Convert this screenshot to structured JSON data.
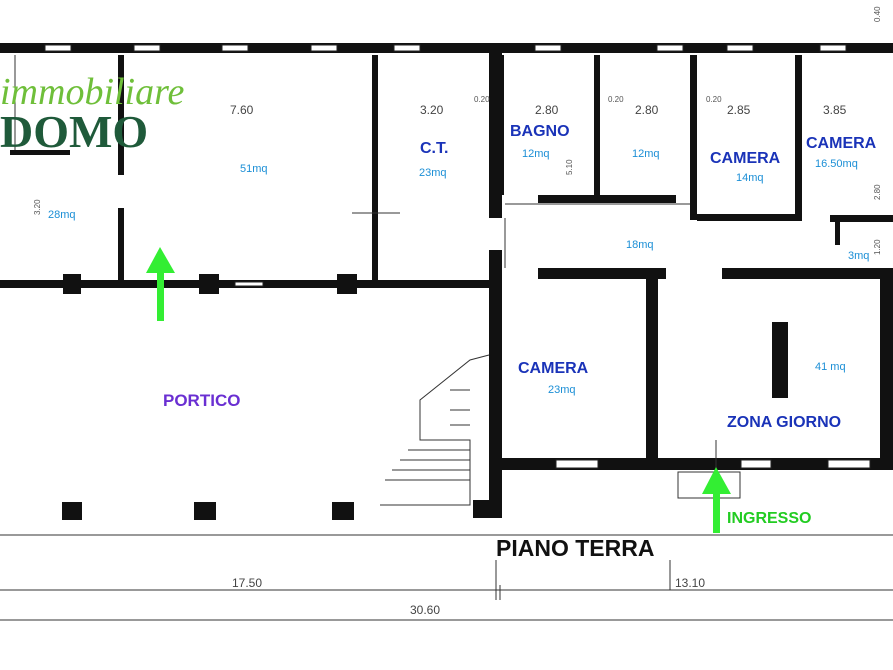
{
  "watermark": {
    "line1": "immobiliare",
    "line2": "DOMO"
  },
  "level_label": "PIANO TERRA",
  "entrance_label": "INGRESSO",
  "portico_label": "PORTICO",
  "rooms": [
    {
      "name": "",
      "area": "28mq"
    },
    {
      "name": "",
      "area": "51mq"
    },
    {
      "name": "C.T.",
      "area": "23mq"
    },
    {
      "name": "BAGNO",
      "area": "12mq"
    },
    {
      "name": "",
      "area": "12mq"
    },
    {
      "name": "CAMERA",
      "area": "14mq"
    },
    {
      "name": "CAMERA",
      "area": "16.50mq"
    },
    {
      "name": "",
      "area": "18mq"
    },
    {
      "name": "",
      "area": "3mq"
    },
    {
      "name": "CAMERA",
      "area": "23mq"
    },
    {
      "name": "ZONA GIORNO",
      "area": "41 mq"
    }
  ],
  "dimensions": {
    "top": [
      "7.60",
      "3.20",
      "2.80",
      "2.80",
      "2.85",
      "3.85"
    ],
    "small": [
      "0.40",
      "0.20",
      "0.20",
      "0.20",
      "3.20",
      "1.20",
      "5.10",
      "2.80"
    ],
    "bottom_left": "17.50",
    "bottom_right": "13.10",
    "total": "30.60"
  },
  "colors": {
    "room_name": "#1a33b8",
    "area": "#1c8fd6",
    "portico": "#6a2fd2",
    "arrow": "#33ee33",
    "watermark_script": "#6fbf3a",
    "watermark_bold": "#1f5a3a"
  }
}
